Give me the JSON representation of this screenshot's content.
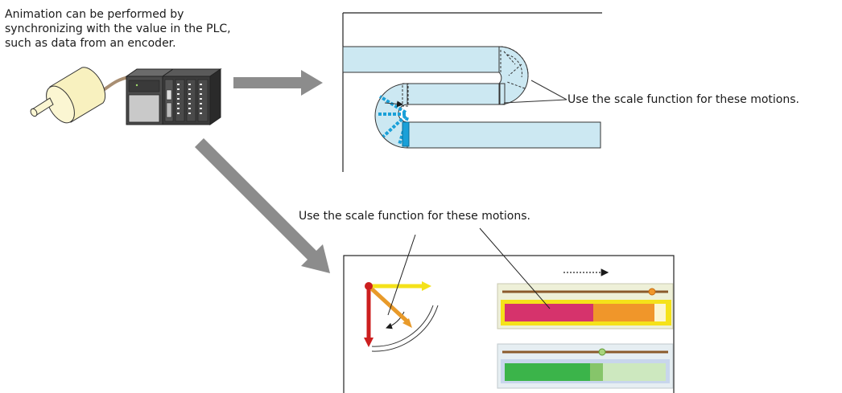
{
  "intro_lines": [
    "Animation can be performed by",
    "synchronizing with the value in the PLC,",
    "such as data from an encoder."
  ],
  "callout_top": "Use the scale function for these motions.",
  "callout_bottom": "Use the scale function for these motions.",
  "colors": {
    "pipe_fill": "#cce8f2",
    "pipe_accent": "#1aa0d8",
    "arrow_gray": "#8c8c8c",
    "needle_red": "#cc1f1f",
    "needle_orange": "#e89a2a",
    "needle_yellow": "#f4e21a",
    "bar_magenta": "#d6336c",
    "bar_orange": "#f0962a",
    "bar_yellow": "#f5e21a",
    "bar_green": "#3bb44a",
    "bar_green_light": "#cde8bf"
  },
  "bar_levels": {
    "bar1_primary_fraction": 0.55,
    "bar1_secondary_fraction": 0.93,
    "bar2_primary_fraction": 0.53,
    "bar2_secondary_fraction": 0.61
  }
}
